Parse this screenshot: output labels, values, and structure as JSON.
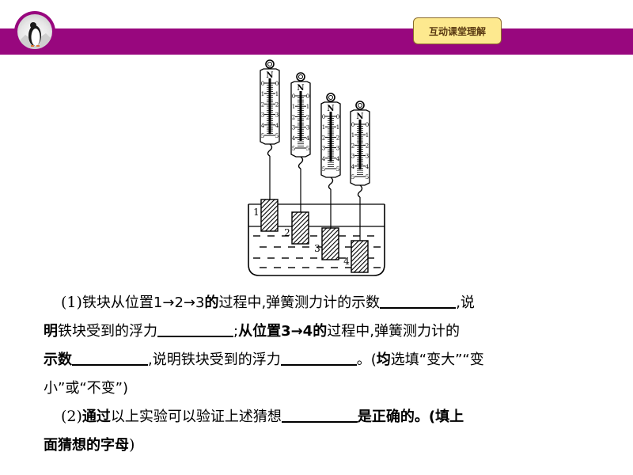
{
  "header": {
    "logo_icon": "penguin-logo-icon",
    "badge_label": "互动课堂理解",
    "bar_color": "#98077e",
    "badge_color": "#fde98f"
  },
  "figure": {
    "unit_label": "N",
    "scale_ticks": [
      "0",
      "1",
      "2",
      "3",
      "4",
      "5"
    ],
    "position_labels": [
      "1",
      "2",
      "3",
      "4"
    ]
  },
  "question": {
    "q1_line1_a": "(1)",
    "q1_line1_b": "铁块从位置1→2→3",
    "q1_line1_c": "的",
    "q1_line1_d": "过程中,弹簧测力计的示数",
    "q1_line1_e": ",说",
    "q1_line2_a": "明",
    "q1_line2_b": "铁块受到的浮力",
    "q1_line2_c": ";",
    "q1_line2_d": "从位置3→4的",
    "q1_line2_e": "过程中,弹簧测力计的",
    "q1_line3_a": "示数",
    "q1_line3_b": ",说明铁块受到的浮力",
    "q1_line3_c": "。(",
    "q1_line3_d": "均",
    "q1_line3_e": "选填“变大”“变",
    "q1_line4": "小”或“不变”)",
    "q2_line1_a": "(2)",
    "q2_line1_b": "通过",
    "q2_line1_c": "以上实验可以验证上述猜想",
    "q2_line1_d": "是正确的。(填上",
    "q2_line2_a": "面猜想的字母",
    "q2_line2_b": ")"
  }
}
